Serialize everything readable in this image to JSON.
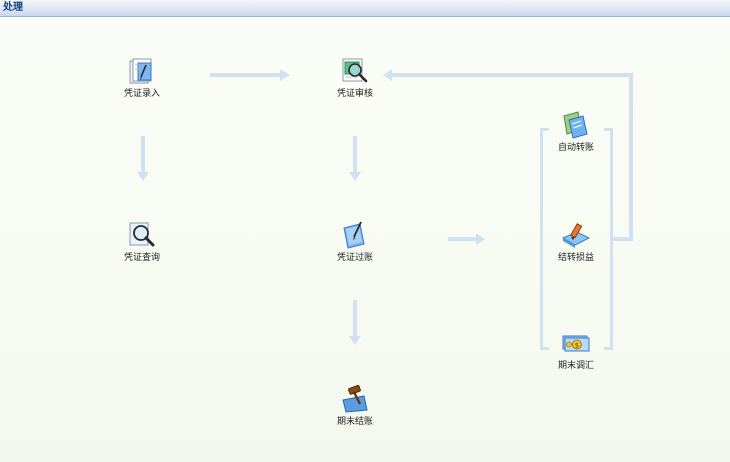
{
  "window": {
    "title": "处理"
  },
  "nodes": {
    "voucher_entry": {
      "label": "凭证录入",
      "icon": "document-pen-icon"
    },
    "voucher_review": {
      "label": "凭证审核",
      "icon": "document-magnifier-icon"
    },
    "voucher_query": {
      "label": "凭证查询",
      "icon": "magnifier-icon"
    },
    "voucher_posting": {
      "label": "凭证过账",
      "icon": "document-pencil-icon"
    },
    "period_close": {
      "label": "期末结账",
      "icon": "gavel-icon"
    },
    "auto_transfer": {
      "label": "自动转账",
      "icon": "books-icon"
    },
    "carry_pl": {
      "label": "结转损益",
      "icon": "pen-paper-icon"
    },
    "fx_adjust": {
      "label": "期末调汇",
      "icon": "money-icon"
    }
  },
  "colors": {
    "arrow": "#d2e1f1",
    "bracket": "#d2e1f1",
    "title_text": "#17408b"
  }
}
